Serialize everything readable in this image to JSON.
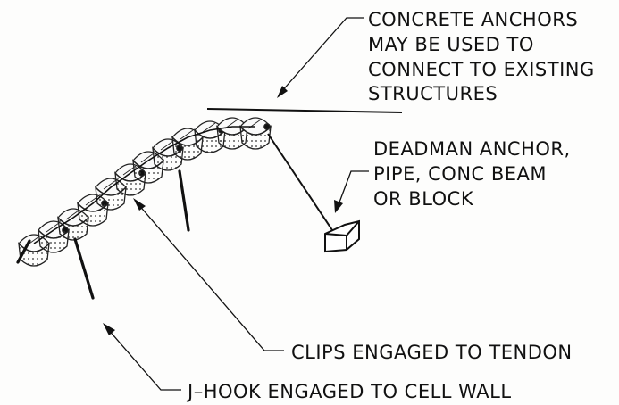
{
  "callouts": {
    "concrete_anchors": [
      "CONCRETE ANCHORS",
      "MAY BE USED TO",
      "CONNECT TO EXISTING",
      "STRUCTURES"
    ],
    "deadman_anchor": [
      "DEADMAN ANCHOR,",
      "PIPE, CONC BEAM",
      "OR BLOCK"
    ],
    "clips": "CLIPS ENGAGED TO TENDON",
    "jhook": "J–HOOK ENGAGED TO CELL WALL"
  },
  "colors": {
    "ink": "#111111",
    "background": "#fdfdfc"
  }
}
